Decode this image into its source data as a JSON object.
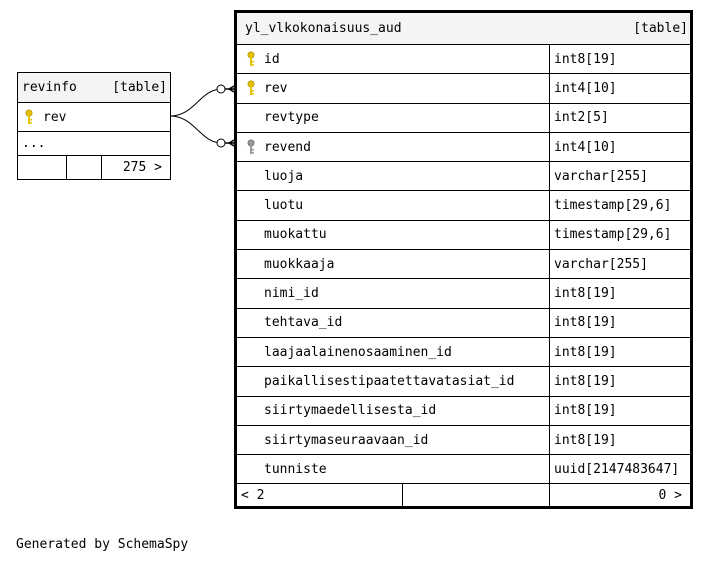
{
  "colors": {
    "header_bg": "#f4f4f4",
    "pk_key": "#e6c200",
    "fk_key": "#9a9a9a",
    "border": "#000000"
  },
  "revinfo": {
    "name": "revinfo",
    "kind": "[table]",
    "columns": [
      {
        "name": "rev",
        "key": "primary-key-icon"
      }
    ],
    "ellipsis": "...",
    "footer_count": "275 >"
  },
  "main_table": {
    "name": "yl_vlkokonaisuus_aud",
    "kind": "[table]",
    "columns": [
      {
        "name": "id",
        "type": "int8[19]",
        "key": "primary-key-icon"
      },
      {
        "name": "rev",
        "type": "int4[10]",
        "key": "primary-key-icon"
      },
      {
        "name": "revtype",
        "type": "int2[5]",
        "key": ""
      },
      {
        "name": "revend",
        "type": "int4[10]",
        "key": "foreign-key-icon"
      },
      {
        "name": "luoja",
        "type": "varchar[255]",
        "key": ""
      },
      {
        "name": "luotu",
        "type": "timestamp[29,6]",
        "key": ""
      },
      {
        "name": "muokattu",
        "type": "timestamp[29,6]",
        "key": ""
      },
      {
        "name": "muokkaaja",
        "type": "varchar[255]",
        "key": ""
      },
      {
        "name": "nimi_id",
        "type": "int8[19]",
        "key": ""
      },
      {
        "name": "tehtava_id",
        "type": "int8[19]",
        "key": ""
      },
      {
        "name": "laajaalainenosaaminen_id",
        "type": "int8[19]",
        "key": ""
      },
      {
        "name": "paikallisestipaatettavatasiat_id",
        "type": "int8[19]",
        "key": ""
      },
      {
        "name": "siirtymaedellisesta_id",
        "type": "int8[19]",
        "key": ""
      },
      {
        "name": "siirtymaseuraavaan_id",
        "type": "int8[19]",
        "key": ""
      },
      {
        "name": "tunniste",
        "type": "uuid[2147483647]",
        "key": ""
      }
    ],
    "footer_left": "< 2",
    "footer_right": "0 >"
  },
  "generated_by": "Generated by SchemaSpy"
}
